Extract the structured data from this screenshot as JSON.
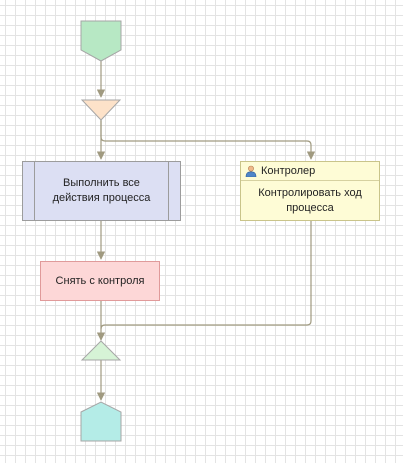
{
  "diagram": {
    "parallel_task": {
      "label": "Выполнить все действия процесса"
    },
    "remove_control": {
      "label": "Снять с контроля"
    },
    "controller_task": {
      "role": "Контролер",
      "label": "Контролировать ход процесса"
    }
  },
  "colors": {
    "start": "#b7e8c4",
    "split": "#fde2c9",
    "merge": "#d6f3d6",
    "end": "#b4ece7",
    "connector": "#a09a80"
  }
}
